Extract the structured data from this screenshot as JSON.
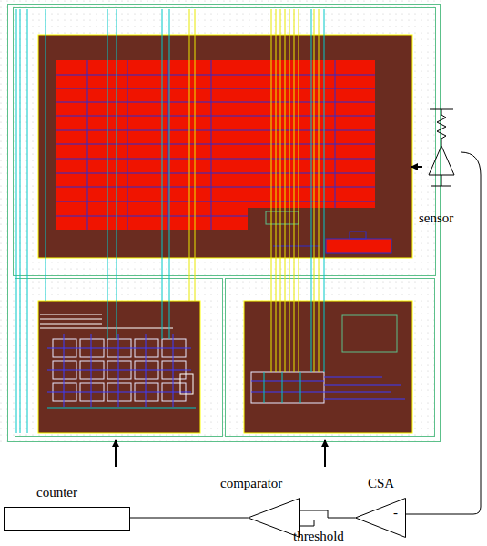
{
  "diagram": {
    "nodes": [
      {
        "text": [
          "sensor"
        ]
      },
      {
        "text": [
          "counter"
        ]
      },
      {
        "text": [
          "comparator"
        ]
      },
      {
        "text": [
          "CSA",
          "-"
        ]
      }
    ],
    "edges": [
      {
        "from": 0,
        "to": 3,
        "arrow": "none"
      },
      {
        "from": 3,
        "to": 2,
        "arrow": "none"
      },
      {
        "from": 2,
        "to": 1,
        "arrow": "none"
      }
    ],
    "labels": [
      "threshold"
    ]
  }
}
